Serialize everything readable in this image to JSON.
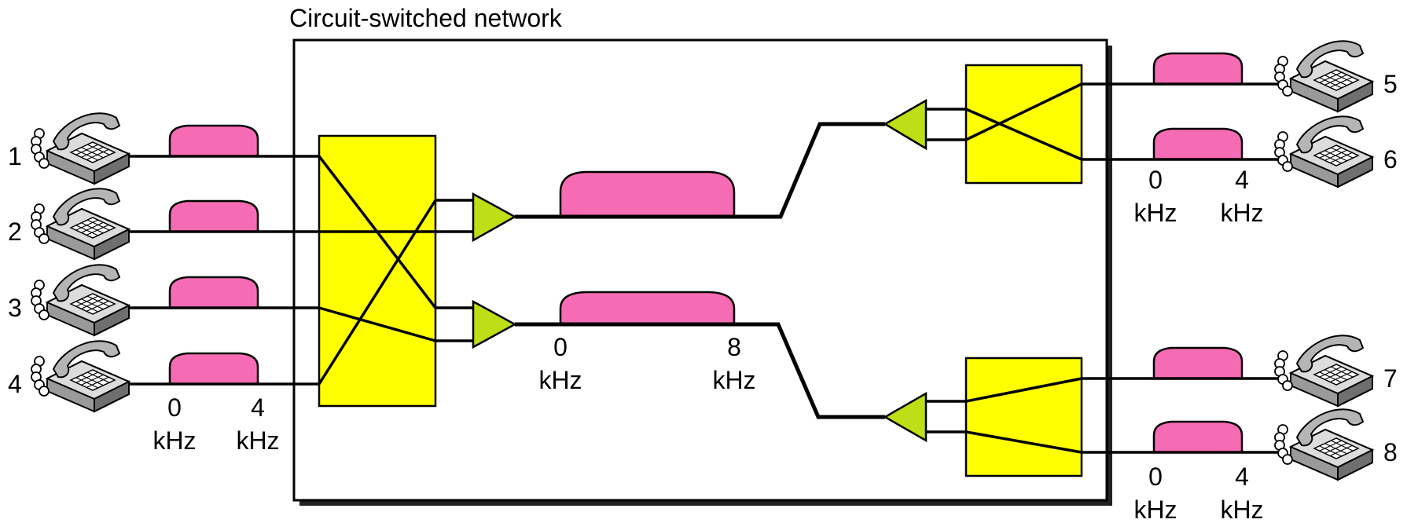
{
  "title": "Circuit-switched network",
  "left_phones": [
    "1",
    "2",
    "3",
    "4"
  ],
  "right_phones": [
    "5",
    "6",
    "7",
    "8"
  ],
  "bandwidth": {
    "start": "0",
    "end_voice": "4",
    "end_trunk": "8",
    "unit": "kHz"
  },
  "colors": {
    "signal": "#f56cb4",
    "switch": "#ffff00",
    "amplifier": "#bede16",
    "line": "#000000",
    "shadow": "#222222"
  },
  "icons": {
    "telephone": "telephone-icon",
    "amplifier": "amplifier-triangle-icon"
  }
}
